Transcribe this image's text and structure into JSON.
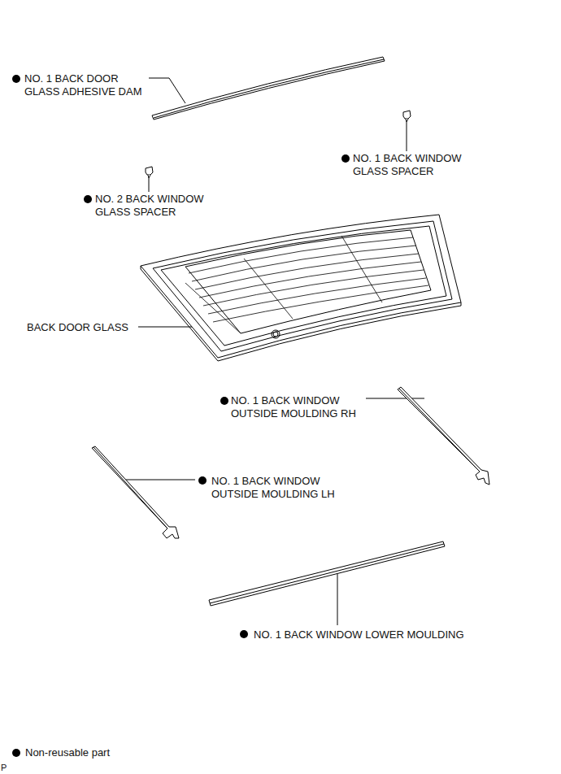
{
  "diagram": {
    "labels": [
      "NO. 1 BACK DOOR GLASS ADHESIVE DAM",
      "NO. 1 BACK WINDOW GLASS SPACER",
      "NO. 2 BACK WINDOW GLASS SPACER",
      "BACK DOOR GLASS",
      "NO. 1 BACK WINDOW OUTSIDE MOULDING RH",
      "NO. 1 BACK WINDOW OUTSIDE MOULDING LH",
      "NO. 1 BACK WINDOW LOWER MOULDING",
      "Non-reusable part",
      "P"
    ]
  }
}
